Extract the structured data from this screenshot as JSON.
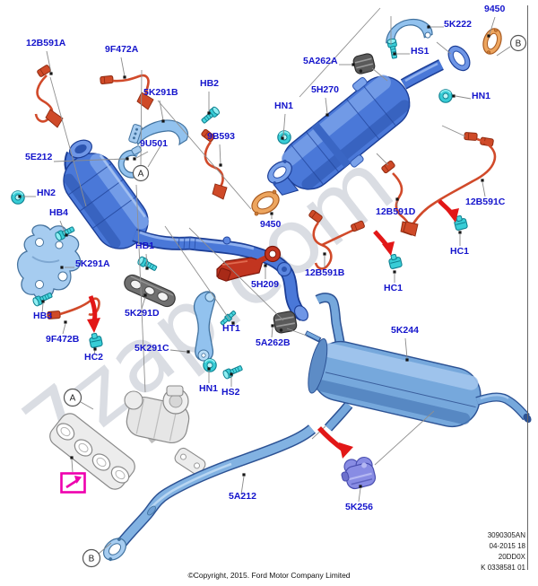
{
  "watermark": {
    "text": "7zap.com"
  },
  "part_labels": [
    {
      "id": "12B591A",
      "text": "12B591A"
    },
    {
      "id": "9F472A",
      "text": "9F472A"
    },
    {
      "id": "5K291B",
      "text": "5K291B"
    },
    {
      "id": "HB2",
      "text": "HB2"
    },
    {
      "id": "9U501",
      "text": "9U501"
    },
    {
      "id": "9B593",
      "text": "9B593"
    },
    {
      "id": "5E212",
      "text": "5E212"
    },
    {
      "id": "HN2",
      "text": "HN2"
    },
    {
      "id": "HB4",
      "text": "HB4"
    },
    {
      "id": "5K291A",
      "text": "5K291A"
    },
    {
      "id": "HB1",
      "text": "HB1"
    },
    {
      "id": "HB3",
      "text": "HB3"
    },
    {
      "id": "9F472B",
      "text": "9F472B"
    },
    {
      "id": "5K291D",
      "text": "5K291D"
    },
    {
      "id": "HC2",
      "text": "HC2"
    },
    {
      "id": "5K291C",
      "text": "5K291C"
    },
    {
      "id": "HT1",
      "text": "HT1"
    },
    {
      "id": "HN1-lower",
      "text": "HN1"
    },
    {
      "id": "HS2",
      "text": "HS2"
    },
    {
      "id": "5A262B",
      "text": "5A262B"
    },
    {
      "id": "5H209",
      "text": "5H209"
    },
    {
      "id": "9450-center",
      "text": "9450"
    },
    {
      "id": "12B591B",
      "text": "12B591B"
    },
    {
      "id": "HC1-left",
      "text": "HC1"
    },
    {
      "id": "12B591D",
      "text": "12B591D"
    },
    {
      "id": "12B591C",
      "text": "12B591C"
    },
    {
      "id": "HC1-right",
      "text": "HC1"
    },
    {
      "id": "5H270",
      "text": "5H270"
    },
    {
      "id": "HN1-mid",
      "text": "HN1"
    },
    {
      "id": "5A262A",
      "text": "5A262A"
    },
    {
      "id": "HS1",
      "text": "HS1"
    },
    {
      "id": "5K222",
      "text": "5K222"
    },
    {
      "id": "9450-top",
      "text": "9450"
    },
    {
      "id": "HN1-right",
      "text": "HN1"
    },
    {
      "id": "5K244",
      "text": "5K244"
    },
    {
      "id": "5K256",
      "text": "5K256"
    },
    {
      "id": "5A212",
      "text": "5A212"
    }
  ],
  "reference_markers": [
    {
      "letter": "A"
    },
    {
      "letter": "B"
    },
    {
      "letter": "A"
    },
    {
      "letter": "B"
    }
  ],
  "plate": {
    "line1": "3090305AN",
    "line2": "04-2015 18",
    "line3": "20DD0X",
    "line4": "K 0338581 01"
  },
  "footer": {
    "copyright": "©Copyright, 2015. Ford Motor Company Limited"
  },
  "colors": {
    "label_blue": "#1414cc",
    "part_blue": "#4a78d8",
    "part_light_blue": "#8fc0ec",
    "fastener_teal": "#38cdd6",
    "sensor_orange": "#d14a2a",
    "gasket_orange": "#eda55e",
    "bracket_red": "#c23520",
    "insulator_gray": "#5a5a5a",
    "insulator_purple": "#888ce4",
    "arrow_red": "#e21717",
    "highlight_magenta": "#ee00ae"
  }
}
